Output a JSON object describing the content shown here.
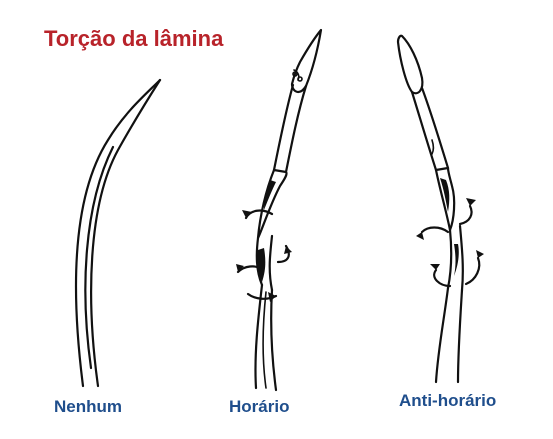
{
  "title": "Torção da lâmina",
  "labels": {
    "none": "Nenhum",
    "clockwise": "Horário",
    "counterclockwise": "Anti-horário"
  },
  "colors": {
    "title": "#b8232a",
    "labels": "#1f4e8c",
    "ink": "#111111"
  }
}
